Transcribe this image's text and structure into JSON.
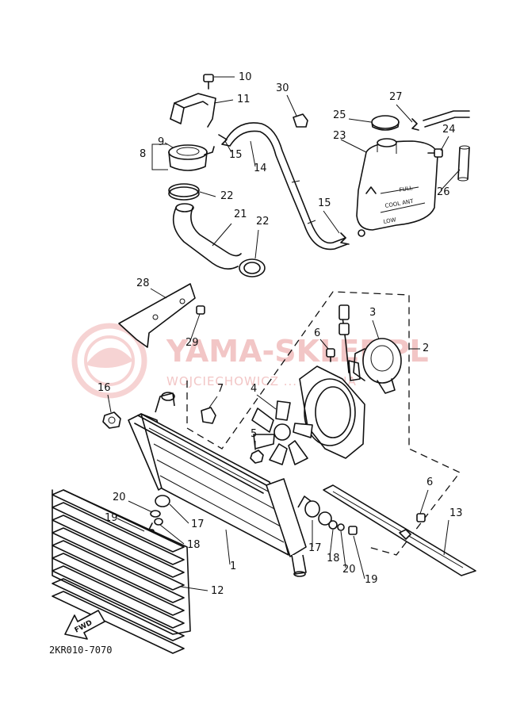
{
  "diagram": {
    "drawing_code": "2KR010-7070",
    "direction_marker": "FWD",
    "watermark": {
      "brand": "YAMA-SKLEP.PL",
      "subtitle": "WOJCIECHOWICZ ... YAMAHA"
    },
    "tank_markings": {
      "full": "FULL",
      "coolant": "COOL ANT",
      "low": "LOW"
    },
    "callouts": [
      "1",
      "2",
      "3",
      "4",
      "5",
      "6",
      "6",
      "7",
      "8",
      "9",
      "10",
      "11",
      "12",
      "13",
      "14",
      "15",
      "15",
      "16",
      "17",
      "17",
      "18",
      "18",
      "19",
      "19",
      "20",
      "20",
      "21",
      "22",
      "22",
      "23",
      "24",
      "25",
      "26",
      "27",
      "28",
      "29",
      "30"
    ]
  }
}
